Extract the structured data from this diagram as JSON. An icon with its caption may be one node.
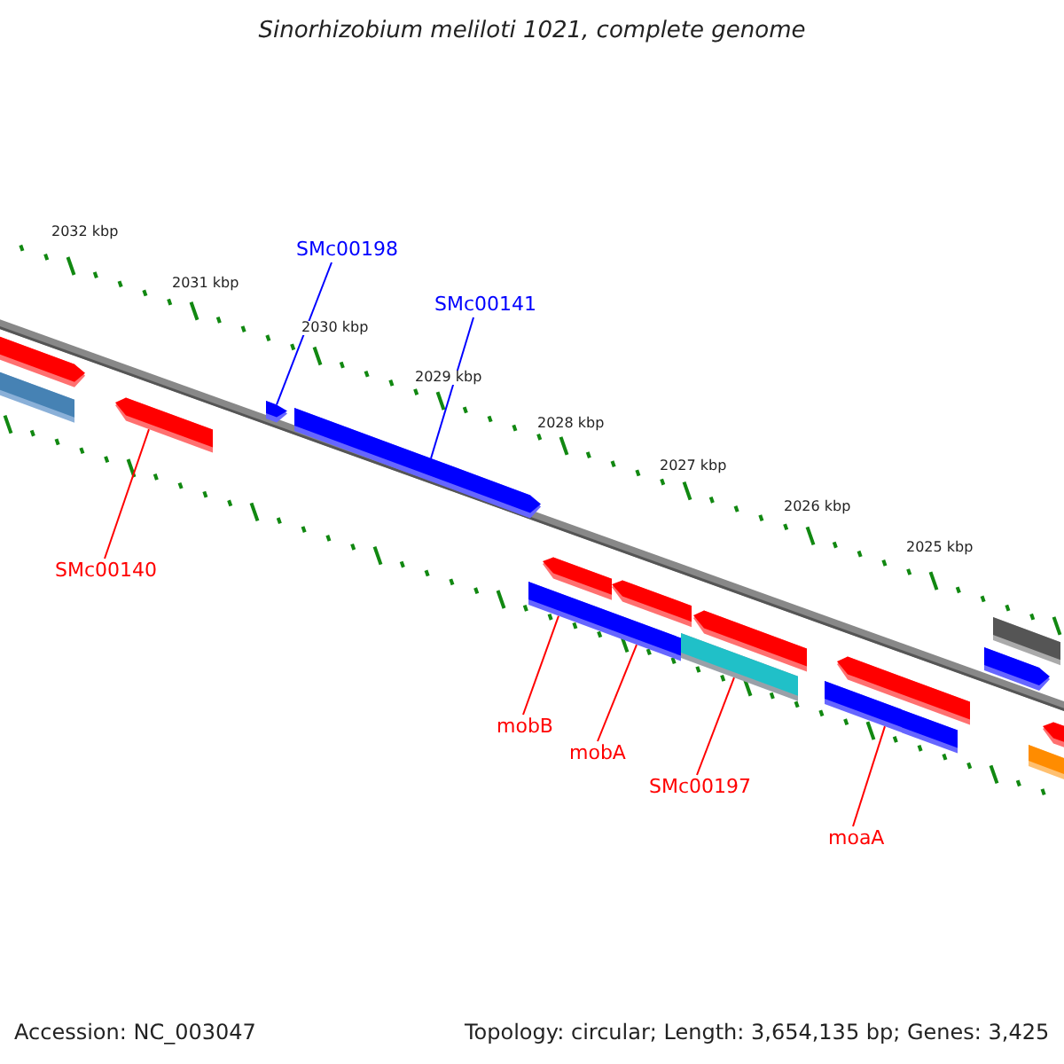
{
  "diagram": {
    "title": "Sinorhizobium meliloti 1021, complete genome",
    "nodes": [
      {
        "text": [
          "SMc00198"
        ]
      },
      {
        "text": [
          "SMc00141"
        ]
      },
      {
        "text": [
          "SMc00140"
        ]
      },
      {
        "text": [
          "mobB"
        ]
      },
      {
        "text": [
          "mobA"
        ]
      },
      {
        "text": [
          "SMc00197"
        ]
      },
      {
        "text": [
          "moaA"
        ]
      },
      {
        "text": [],
        "shape": "bar"
      },
      {
        "text": [],
        "shape": "bar"
      },
      {
        "text": [],
        "shape": "bar"
      },
      {
        "text": [],
        "shape": "bar"
      },
      {
        "text": [],
        "shape": "bar"
      },
      {
        "text": [],
        "shape": "bar"
      },
      {
        "text": [],
        "shape": "bar"
      },
      {
        "text": [],
        "shape": "bar"
      },
      {
        "text": [],
        "shape": "bar"
      },
      {
        "text": [],
        "shape": "bar"
      },
      {
        "text": [],
        "shape": "bar"
      },
      {
        "text": [],
        "shape": "bar"
      },
      {
        "text": [],
        "shape": "bar"
      },
      {
        "text": [],
        "shape": "bar"
      },
      {
        "text": [],
        "shape": "bar"
      },
      {
        "text": [],
        "shape": "bar"
      },
      {
        "text": [],
        "shape": "bar"
      }
    ],
    "edges": [
      {
        "from": 0,
        "to": 10,
        "arrow": "none",
        "color": "#0000ff"
      },
      {
        "from": 1,
        "to": 11,
        "arrow": "none",
        "color": "#0000ff"
      },
      {
        "from": 2,
        "to": 9,
        "arrow": "none"
      },
      {
        "from": 3,
        "to": 12,
        "arrow": "none"
      },
      {
        "from": 4,
        "to": 14,
        "arrow": "none"
      },
      {
        "from": 5,
        "to": 16,
        "arrow": "none"
      },
      {
        "from": 6,
        "to": 18,
        "arrow": "none"
      }
    ],
    "labels": [
      "2032 kbp",
      "2031 kbp",
      "2030 kbp",
      "2029 kbp",
      "2028 kbp",
      "2027 kbp",
      "2026 kbp",
      "2025 kbp",
      "Accession: NC_003047",
      "Topology: circular; Length: 3,654,135 bp; Genes: 3,425"
    ]
  }
}
